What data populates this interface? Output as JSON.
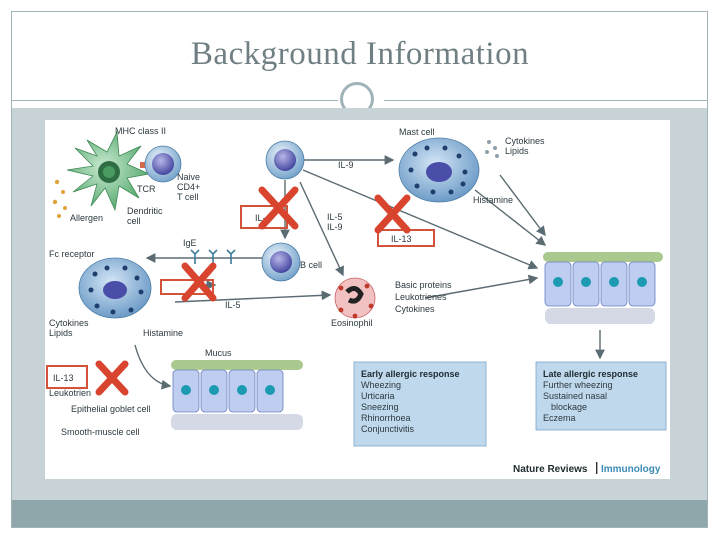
{
  "slide": {
    "title": "Background Information",
    "colors": {
      "frame": "#9fb3b8",
      "band": "#c8d3d7",
      "footer": "#8fa6ab",
      "title_text": "#707f83",
      "highlight_box": "#d2533a",
      "cross": "#d9442f",
      "response_box": "#bfd8ec"
    }
  },
  "figure": {
    "labels": {
      "mhc_class_ii": "MHC class II",
      "tcr": "TCR",
      "naive_t_cell": [
        "Naive",
        "CD4+",
        "T cell"
      ],
      "allergen": "Allergen",
      "dendritic_cell": [
        "Dendritic",
        "cell"
      ],
      "il4": "IL-4",
      "il5_il9": [
        "IL-5",
        "IL-9"
      ],
      "il9": "IL-9",
      "mast_cell": "Mast cell",
      "cytokines_lipids_top": [
        "Cytokines",
        "Lipids"
      ],
      "histamine_top": "Histamine",
      "il13_mid": "IL-13",
      "fc_receptor": "Fc receptor",
      "ige": "IgE",
      "b_cell": "B cell",
      "il5_left": "IL-5",
      "basic_proteins": [
        "Basic proteins",
        "Leukotrienes",
        "Cytokines"
      ],
      "eosinophil": "Eosinophil",
      "cytokines_lipids_left": [
        "Cytokines",
        "Lipids"
      ],
      "histamine_left": "Histamine",
      "mucus": "Mucus",
      "il13_left": "IL-13",
      "leukotrienes_partial": "Leukotrien",
      "epithelial_goblet_cell": "Epithelial goblet cell",
      "smooth_muscle_cell": "Smooth-muscle cell"
    },
    "early_response": {
      "title": "Early allergic response",
      "items": [
        "Wheezing",
        "Urticaria",
        "Sneezing",
        "Rhinorrhoea",
        "Conjunctivitis"
      ]
    },
    "late_response": {
      "title": "Late allergic response",
      "items": [
        "Further wheezing",
        "Sustained nasal",
        "blockage",
        "Eczema"
      ]
    },
    "credit": {
      "journal": "Nature Reviews",
      "subject": "Immunology"
    },
    "icons": [
      "cross-mark-icon",
      "dendritic-cell-icon",
      "t-cell-icon",
      "mast-cell-icon",
      "eosinophil-icon",
      "b-cell-icon",
      "epithelium-icon"
    ]
  }
}
